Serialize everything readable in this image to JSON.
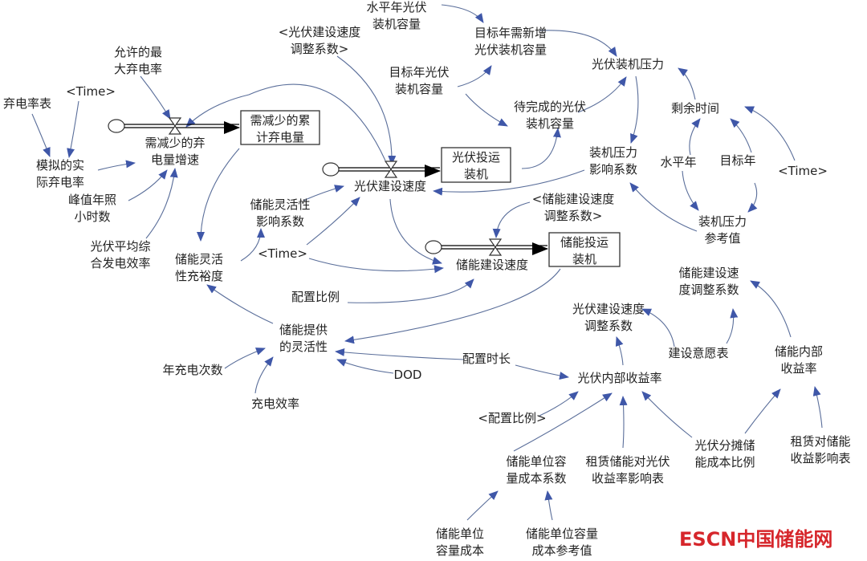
{
  "colors": {
    "arrow": "#3f57a8",
    "text": "#222222",
    "logo": "#d6262b"
  },
  "nodes": [
    {
      "id": "abandon_table",
      "lines": [
        "弃电率表"
      ]
    },
    {
      "id": "time1",
      "lines": [
        "<Time>"
      ]
    },
    {
      "id": "allowed_max",
      "lines": [
        "允许的最",
        "大弃电率"
      ]
    },
    {
      "id": "sim_actual",
      "lines": [
        "模拟的实",
        "际弃电率"
      ]
    },
    {
      "id": "reduce_rate",
      "lines": [
        "需减少的弃",
        "电量增速"
      ]
    },
    {
      "id": "peak_hours",
      "lines": [
        "峰值年照",
        "小时数"
      ]
    },
    {
      "id": "pv_eff",
      "lines": [
        "光伏平均综",
        "合发电效率"
      ]
    },
    {
      "id": "pv_adj_shadow",
      "lines": [
        "<光伏建设速度",
        "调整系数>"
      ]
    },
    {
      "id": "base_pv_cap",
      "lines": [
        "水平年光伏",
        "装机容量"
      ]
    },
    {
      "id": "target_new_cap",
      "lines": [
        "目标年需新增",
        "光伏装机容量"
      ]
    },
    {
      "id": "target_pv_cap",
      "lines": [
        "目标年光伏",
        "装机容量"
      ]
    },
    {
      "id": "pv_pressure",
      "lines": [
        "光伏装机压力"
      ]
    },
    {
      "id": "pending_cap",
      "lines": [
        "待完成的光伏",
        "装机容量"
      ]
    },
    {
      "id": "remain_time",
      "lines": [
        "剩余时间"
      ]
    },
    {
      "id": "pressure_coef",
      "lines": [
        "装机压力",
        "影响系数"
      ]
    },
    {
      "id": "base_year",
      "lines": [
        "水平年"
      ]
    },
    {
      "id": "target_year",
      "lines": [
        "目标年"
      ]
    },
    {
      "id": "time2",
      "lines": [
        "<Time>"
      ]
    },
    {
      "id": "pv_speed",
      "lines": [
        "光伏建设速度"
      ]
    },
    {
      "id": "flex_coef",
      "lines": [
        "储能灵活性",
        "影响系数"
      ]
    },
    {
      "id": "es_adj_shadow",
      "lines": [
        "<储能建设速度",
        "调整系数>"
      ]
    },
    {
      "id": "pressure_ref",
      "lines": [
        "装机压力",
        "参考值"
      ]
    },
    {
      "id": "time3",
      "lines": [
        "<Time>"
      ]
    },
    {
      "id": "flex_adequacy",
      "lines": [
        "储能灵活",
        "性充裕度"
      ]
    },
    {
      "id": "es_speed",
      "lines": [
        "储能建设速度"
      ]
    },
    {
      "id": "ratio",
      "lines": [
        "配置比例"
      ]
    },
    {
      "id": "es_adj",
      "lines": [
        "储能建设速",
        "度调整系数"
      ]
    },
    {
      "id": "pv_adj",
      "lines": [
        "光伏建设速度",
        "调整系数"
      ]
    },
    {
      "id": "es_flex",
      "lines": [
        "储能提供",
        "的灵活性"
      ]
    },
    {
      "id": "will_table",
      "lines": [
        "建设意愿表"
      ]
    },
    {
      "id": "es_irr",
      "lines": [
        "储能内部",
        "收益率"
      ]
    },
    {
      "id": "annual_cycles",
      "lines": [
        "年充电次数"
      ]
    },
    {
      "id": "duration",
      "lines": [
        "配置时长"
      ]
    },
    {
      "id": "dod",
      "lines": [
        "DOD"
      ]
    },
    {
      "id": "pv_irr",
      "lines": [
        "光伏内部收益率"
      ]
    },
    {
      "id": "charge_eff",
      "lines": [
        "充电效率"
      ]
    },
    {
      "id": "ratio_shadow",
      "lines": [
        "<配置比例>"
      ]
    },
    {
      "id": "pv_share",
      "lines": [
        "光伏分摊储",
        "能成本比例"
      ]
    },
    {
      "id": "lease_es_table",
      "lines": [
        "租赁对储能",
        "收益影响表"
      ]
    },
    {
      "id": "es_cost_coef",
      "lines": [
        "储能单位容",
        "量成本系数"
      ]
    },
    {
      "id": "lease_pv_table",
      "lines": [
        "租赁储能对光伏",
        "收益率影响表"
      ]
    },
    {
      "id": "es_unit_cost",
      "lines": [
        "储能单位",
        "容量成本"
      ]
    },
    {
      "id": "es_cost_ref",
      "lines": [
        "储能单位容量",
        "成本参考值"
      ]
    }
  ],
  "stocks": [
    {
      "id": "cum_reduce",
      "lines": [
        "需减少的累",
        "计弃电量"
      ]
    },
    {
      "id": "pv_installed",
      "lines": [
        "光伏投运",
        "装机"
      ]
    },
    {
      "id": "es_installed",
      "lines": [
        "储能投运",
        "装机"
      ]
    }
  ],
  "logo": {
    "text": "ESCN中国储能网"
  }
}
